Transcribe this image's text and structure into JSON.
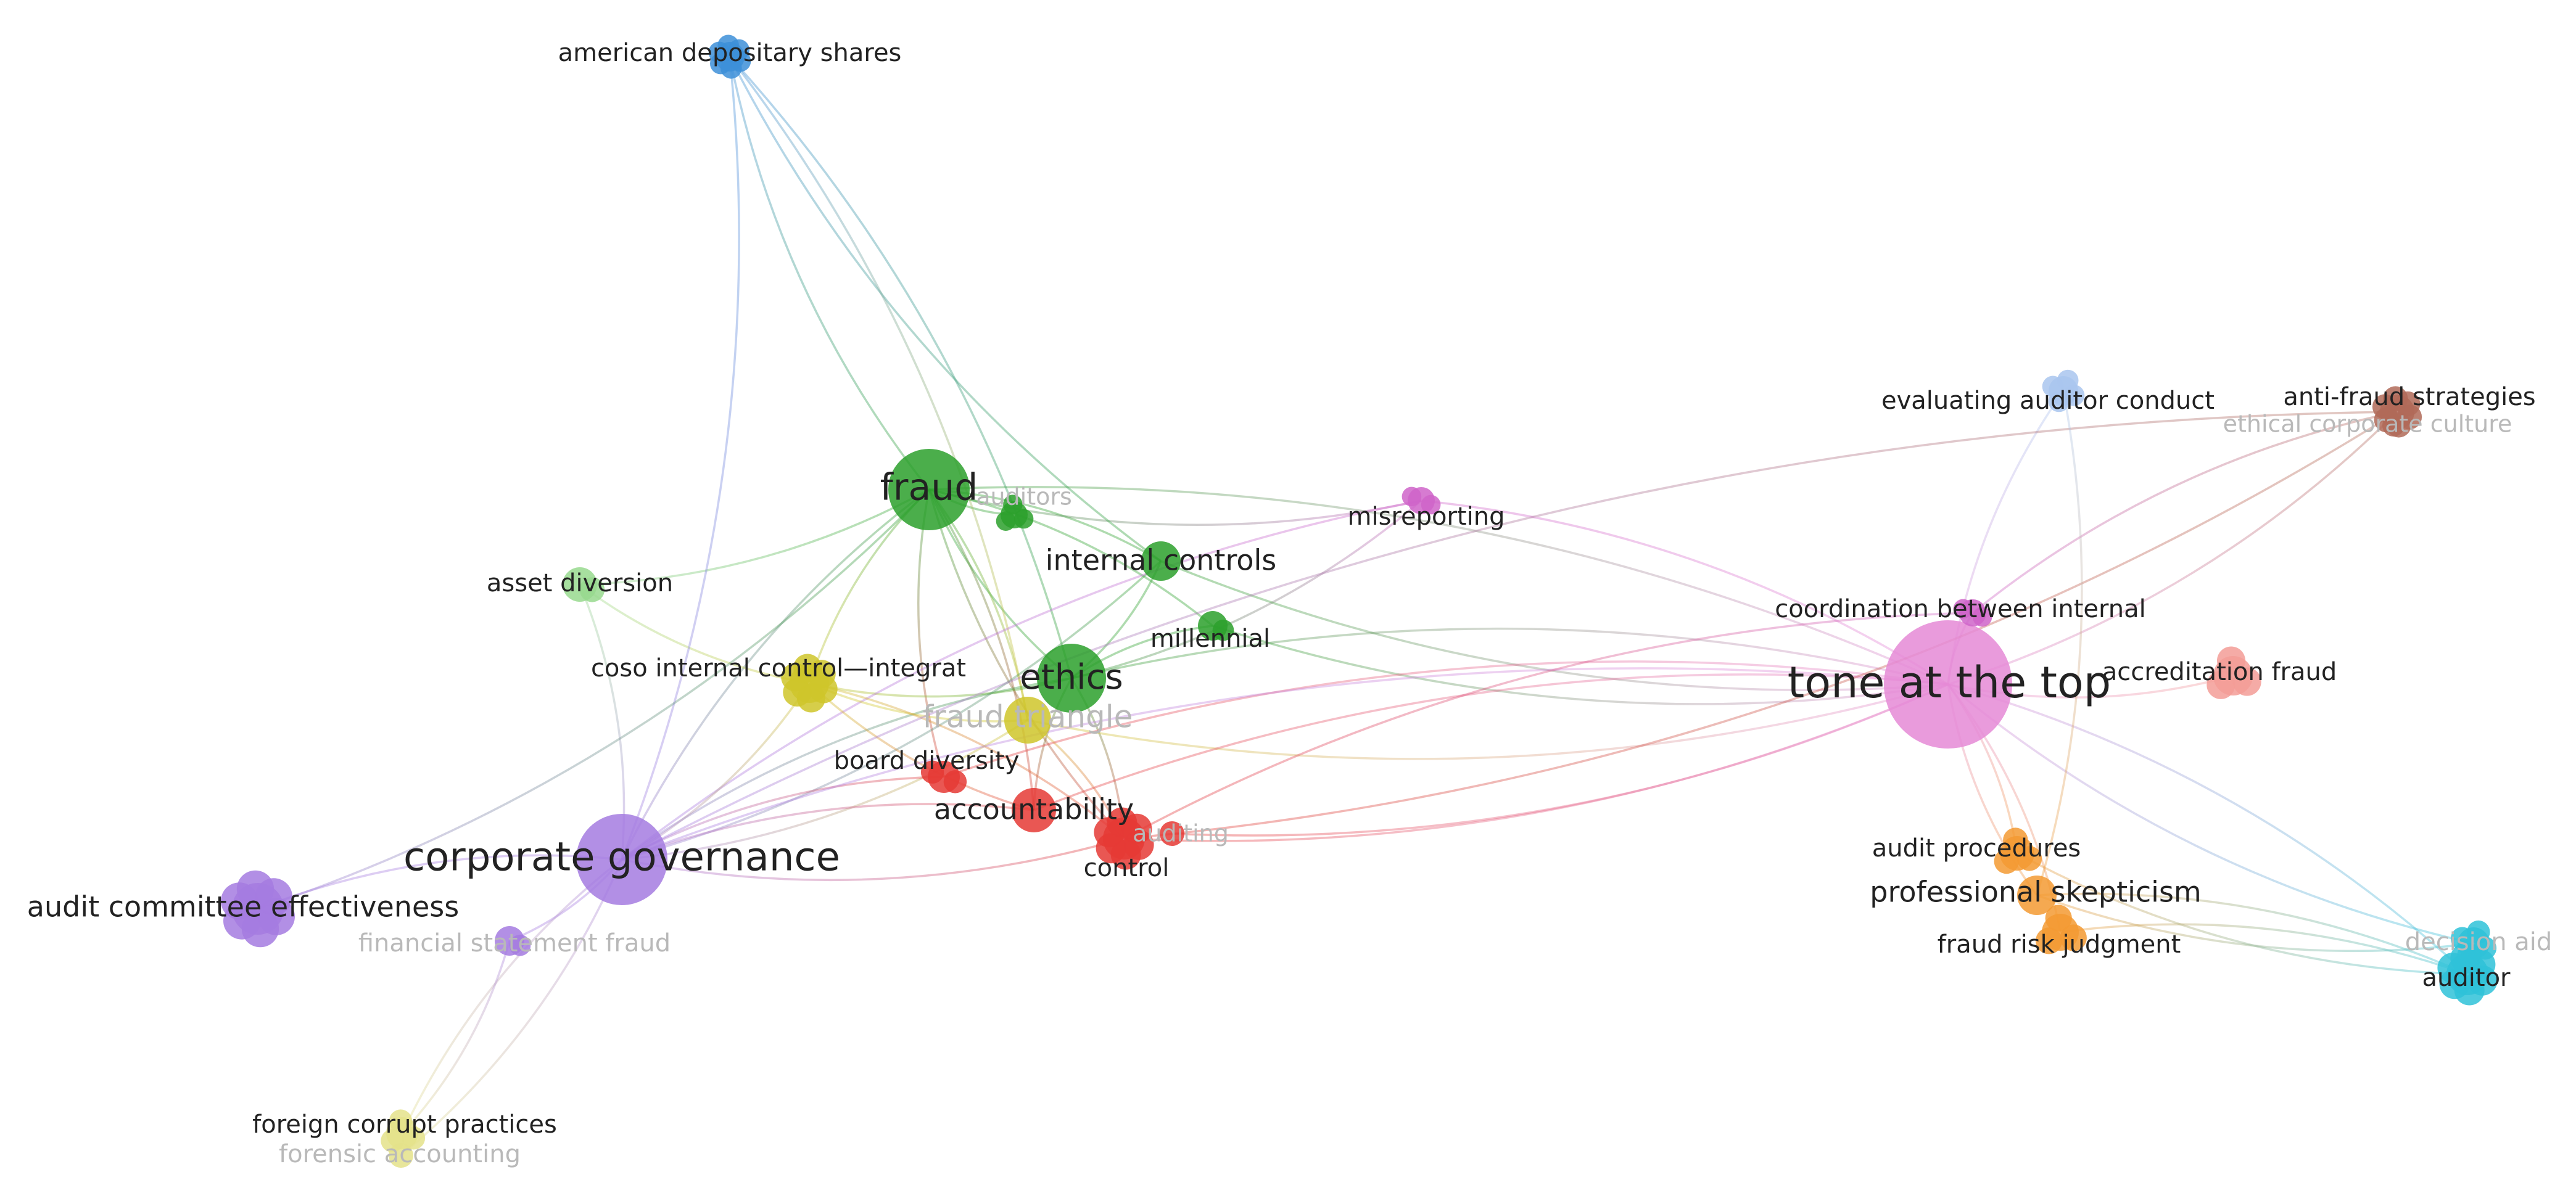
{
  "clusters": {
    "red": "#e53935",
    "green": "#2ca02c",
    "blue": "#3d8fd8",
    "yellow": "#cfc62a",
    "purple": "#a57be0",
    "light_green": "#98d98e",
    "light_yellow": "#e4e28a",
    "orange": "#f39a33",
    "light_blue": "#a9c6ef",
    "cyan": "#2fc2d8",
    "brown": "#b06a58",
    "pink": "#e58ad6",
    "magenta": "#cf64c9",
    "salmon": "#f39c96"
  },
  "nodes": [
    {
      "id": "fraud",
      "label": "fraud",
      "cluster": "green",
      "weight": 10,
      "label_size": 60
    },
    {
      "id": "american-depositary-shares",
      "label": "american depositary shares",
      "cluster": "blue",
      "weight": 5,
      "label_size": 40
    },
    {
      "id": "auditors",
      "label": "auditors",
      "cluster": "green",
      "weight": 4,
      "label_size": 38,
      "faded": true
    },
    {
      "id": "internal-controls",
      "label": "internal controls",
      "cluster": "green",
      "weight": 5,
      "label_size": 46
    },
    {
      "id": "millennial",
      "label": "millennial",
      "cluster": "green",
      "weight": 4,
      "label_size": 40
    },
    {
      "id": "ethics",
      "label": "ethics",
      "cluster": "green",
      "weight": 8,
      "label_size": 56
    },
    {
      "id": "misreporting",
      "label": "misreporting",
      "cluster": "magenta",
      "weight": 4,
      "label_size": 40
    },
    {
      "id": "asset-diversion",
      "label": "asset diversion",
      "cluster": "light_green",
      "weight": 4,
      "label_size": 40
    },
    {
      "id": "coso-internal-control",
      "label": "coso internal control—integrat",
      "cluster": "yellow",
      "weight": 6,
      "label_size": 40
    },
    {
      "id": "fraud-triangle",
      "label": "fraud triangle",
      "cluster": "yellow",
      "weight": 6,
      "label_size": 50,
      "faded": true
    },
    {
      "id": "board-diversity",
      "label": "board diversity",
      "cluster": "red",
      "weight": 5,
      "label_size": 40
    },
    {
      "id": "accountability",
      "label": "accountability",
      "cluster": "red",
      "weight": 6,
      "label_size": 46
    },
    {
      "id": "auditing",
      "label": "auditing",
      "cluster": "red",
      "weight": 4,
      "label_size": 38,
      "faded": true
    },
    {
      "id": "control",
      "label": "control",
      "cluster": "red",
      "weight": 7,
      "label_size": 40
    },
    {
      "id": "corporate-governance",
      "label": "corporate governance",
      "cluster": "purple",
      "weight": 10,
      "label_size": 64
    },
    {
      "id": "audit-committee-effectiveness",
      "label": "audit committee effectiveness",
      "cluster": "purple",
      "weight": 7,
      "label_size": 46
    },
    {
      "id": "financial-statement-fraud",
      "label": "financial statement fraud",
      "cluster": "purple",
      "weight": 4,
      "label_size": 40,
      "faded": true
    },
    {
      "id": "foreign-corrupt-practices",
      "label": "foreign corrupt practices",
      "cluster": "light_yellow",
      "weight": 5,
      "label_size": 40
    },
    {
      "id": "forensic-accounting",
      "label": "forensic accounting",
      "cluster": "light_yellow",
      "weight": 4,
      "label_size": 40,
      "faded": true
    },
    {
      "id": "tone-at-the-top",
      "label": "tone at the top",
      "cluster": "pink",
      "weight": 12,
      "label_size": 70
    },
    {
      "id": "evaluating-auditor-conduct",
      "label": "evaluating auditor conduct",
      "cluster": "light_blue",
      "weight": 4,
      "label_size": 40
    },
    {
      "id": "anti-fraud-strategies",
      "label": "anti-fraud strategies",
      "cluster": "brown",
      "weight": 5,
      "label_size": 40
    },
    {
      "id": "ethical-corporate-culture",
      "label": "ethical corporate culture",
      "cluster": "brown",
      "weight": 4,
      "label_size": 38,
      "faded": true
    },
    {
      "id": "coordination-between-internal",
      "label": "coordination between internal",
      "cluster": "magenta",
      "weight": 4,
      "label_size": 40
    },
    {
      "id": "accreditation-fraud",
      "label": "accreditation fraud",
      "cluster": "salmon",
      "weight": 5,
      "label_size": 40
    },
    {
      "id": "audit-procedures",
      "label": "audit procedures",
      "cluster": "orange",
      "weight": 4,
      "label_size": 40
    },
    {
      "id": "professional-skepticism",
      "label": "professional skepticism",
      "cluster": "orange",
      "weight": 6,
      "label_size": 46
    },
    {
      "id": "fraud-risk-judgment",
      "label": "fraud risk judgment",
      "cluster": "orange",
      "weight": 5,
      "label_size": 40
    },
    {
      "id": "decision-aid",
      "label": "decision aid",
      "cluster": "cyan",
      "weight": 4,
      "label_size": 40,
      "faded": true
    },
    {
      "id": "auditor",
      "label": "auditor",
      "cluster": "cyan",
      "weight": 6,
      "label_size": 40
    }
  ],
  "links": [
    [
      "fraud",
      "american-depositary-shares"
    ],
    [
      "fraud",
      "auditors"
    ],
    [
      "fraud",
      "internal-controls"
    ],
    [
      "fraud",
      "ethics"
    ],
    [
      "fraud",
      "asset-diversion"
    ],
    [
      "fraud",
      "coso-internal-control"
    ],
    [
      "fraud",
      "fraud-triangle"
    ],
    [
      "fraud",
      "misreporting"
    ],
    [
      "fraud",
      "tone-at-the-top"
    ],
    [
      "fraud",
      "corporate-governance"
    ],
    [
      "fraud",
      "accountability"
    ],
    [
      "fraud",
      "control"
    ],
    [
      "fraud",
      "millennial"
    ],
    [
      "fraud",
      "board-diversity"
    ],
    [
      "american-depositary-shares",
      "ethics"
    ],
    [
      "american-depositary-shares",
      "internal-controls"
    ],
    [
      "american-depositary-shares",
      "fraud-triangle"
    ],
    [
      "ethics",
      "corporate-governance"
    ],
    [
      "ethics",
      "tone-at-the-top"
    ],
    [
      "ethics",
      "misreporting"
    ],
    [
      "ethics",
      "coso-internal-control"
    ],
    [
      "ethics",
      "accountability"
    ],
    [
      "ethics",
      "control"
    ],
    [
      "ethics",
      "internal-controls"
    ],
    [
      "ethics",
      "millennial"
    ],
    [
      "internal-controls",
      "tone-at-the-top"
    ],
    [
      "internal-controls",
      "corporate-governance"
    ],
    [
      "millennial",
      "tone-at-the-top"
    ],
    [
      "misreporting",
      "tone-at-the-top"
    ],
    [
      "misreporting",
      "corporate-governance"
    ],
    [
      "asset-diversion",
      "corporate-governance"
    ],
    [
      "asset-diversion",
      "coso-internal-control"
    ],
    [
      "coso-internal-control",
      "corporate-governance"
    ],
    [
      "coso-internal-control",
      "fraud-triangle"
    ],
    [
      "coso-internal-control",
      "control"
    ],
    [
      "coso-internal-control",
      "accountability"
    ],
    [
      "fraud-triangle",
      "corporate-governance"
    ],
    [
      "fraud-triangle",
      "tone-at-the-top"
    ],
    [
      "fraud-triangle",
      "control"
    ],
    [
      "board-diversity",
      "corporate-governance"
    ],
    [
      "board-diversity",
      "tone-at-the-top"
    ],
    [
      "accountability",
      "corporate-governance"
    ],
    [
      "accountability",
      "tone-at-the-top"
    ],
    [
      "control",
      "tone-at-the-top"
    ],
    [
      "control",
      "corporate-governance"
    ],
    [
      "auditing",
      "tone-at-the-top"
    ],
    [
      "corporate-governance",
      "tone-at-the-top"
    ],
    [
      "corporate-governance",
      "audit-committee-effectiveness"
    ],
    [
      "corporate-governance",
      "financial-statement-fraud"
    ],
    [
      "corporate-governance",
      "foreign-corrupt-practices"
    ],
    [
      "corporate-governance",
      "forensic-accounting"
    ],
    [
      "corporate-governance",
      "american-depositary-shares"
    ],
    [
      "financial-statement-fraud",
      "foreign-corrupt-practices"
    ],
    [
      "audit-committee-effectiveness",
      "fraud"
    ],
    [
      "tone-at-the-top",
      "evaluating-auditor-conduct"
    ],
    [
      "tone-at-the-top",
      "anti-fraud-strategies"
    ],
    [
      "tone-at-the-top",
      "coordination-between-internal"
    ],
    [
      "tone-at-the-top",
      "accreditation-fraud"
    ],
    [
      "tone-at-the-top",
      "audit-procedures"
    ],
    [
      "tone-at-the-top",
      "professional-skepticism"
    ],
    [
      "tone-at-the-top",
      "fraud-risk-judgment"
    ],
    [
      "tone-at-the-top",
      "decision-aid"
    ],
    [
      "tone-at-the-top",
      "auditor"
    ],
    [
      "anti-fraud-strategies",
      "corporate-governance"
    ],
    [
      "anti-fraud-strategies",
      "control"
    ],
    [
      "anti-fraud-strategies",
      "coordination-between-internal"
    ],
    [
      "professional-skepticism",
      "auditor"
    ],
    [
      "professional-skepticism",
      "decision-aid"
    ],
    [
      "fraud-risk-judgment",
      "auditor"
    ],
    [
      "audit-procedures",
      "auditor"
    ],
    [
      "evaluating-auditor-conduct",
      "professional-skepticism"
    ],
    [
      "coordination-between-internal",
      "control"
    ]
  ]
}
